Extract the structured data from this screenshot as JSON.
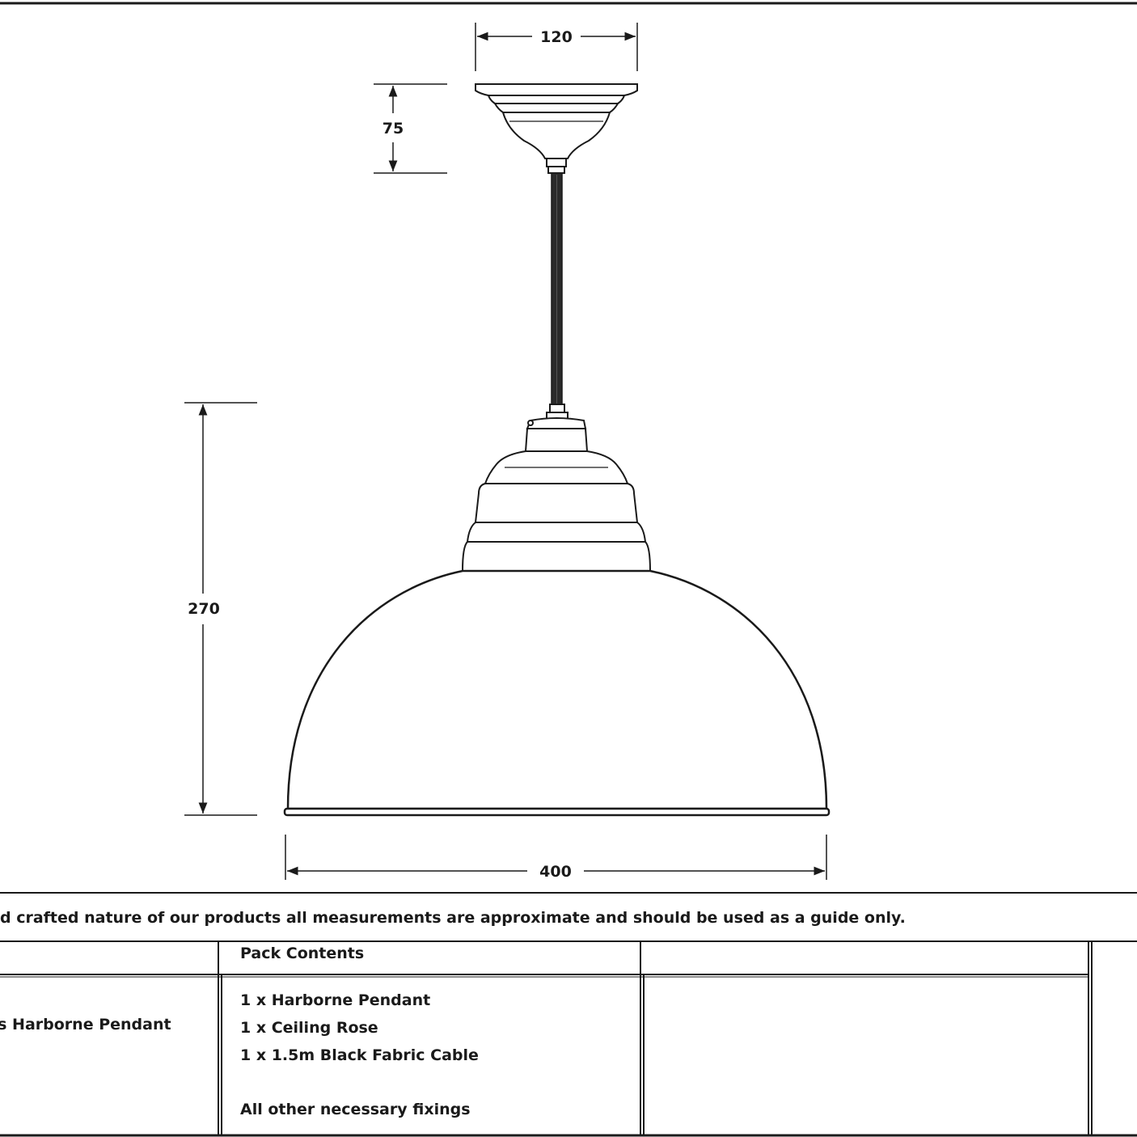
{
  "dimensions": {
    "ceiling_rose_width": "120",
    "ceiling_rose_height": "75",
    "shade_height": "270",
    "shade_width": "400"
  },
  "note": "d crafted nature of our products all measurements are approximate and should be used as a guide only.",
  "table": {
    "pack_contents_header": "Pack Contents",
    "product_name": "ass Harborne Pendant",
    "pack_contents": [
      "1 x Harborne Pendant",
      "1 x Ceiling Rose",
      "1 x 1.5m Black Fabric Cable",
      "All other necessary fixings"
    ]
  },
  "colors": {
    "line": "#1a1a1a",
    "background": "#ffffff"
  }
}
